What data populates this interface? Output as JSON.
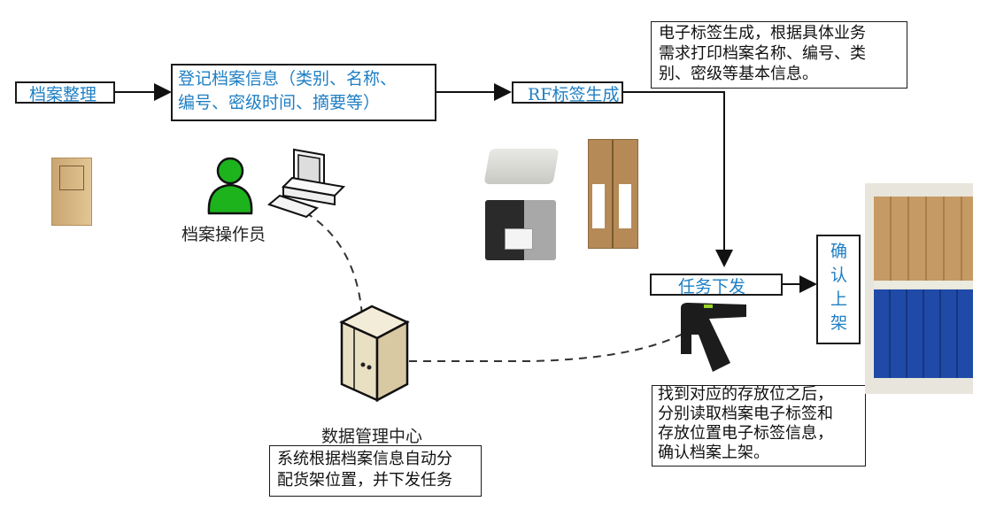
{
  "steps": {
    "archive_sort": "档案整理",
    "register_info": "登记档案信息（类别、名称、\n编号、密级时间、摘要等）",
    "rf_label_gen": "RF标签生成",
    "task_dispatch": "任务下发",
    "confirm_shelf": "确\n认\n上\n架"
  },
  "notes": {
    "label_note": "电子标签生成，根据具体业务\n需求打印档案名称、编号、类\n别、密级等基本信息。",
    "system_note": "系统根据档案信息自动分\n配货架位置，并下发任务",
    "shelf_note": "找到对应的存放位之后，\n分别读取档案电子标签和\n存放位置电子标签信息，\n确认档案上架。"
  },
  "labels": {
    "operator": "档案操作员",
    "data_center": "数据管理中心"
  },
  "colors": {
    "step_text": "#1f7fc4",
    "operator_green": "#1db31d"
  }
}
